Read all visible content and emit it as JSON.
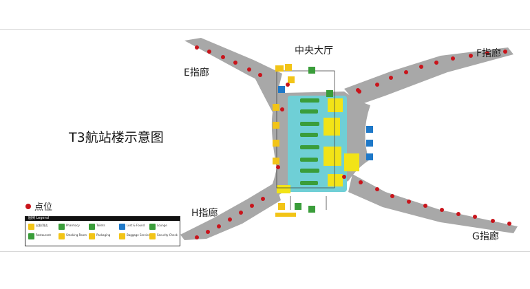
{
  "title": "T3航站楼示意图",
  "labels": {
    "central_hall": "中央大厅",
    "pier_e": "E指廊",
    "pier_f": "F指廊",
    "pier_h": "H指廊",
    "pier_g": "G指廊"
  },
  "legend": {
    "dot_label": "点位",
    "header": "图例 Legend",
    "items": [
      {
        "text": "出发/到达",
        "color": "#f2c417"
      },
      {
        "text": "Restaurant",
        "color": "#3a9d3a"
      },
      {
        "text": "Pharmacy",
        "color": "#3a9d3a"
      },
      {
        "text": "Smoking Room",
        "color": "#f2c417"
      },
      {
        "text": "Toilets",
        "color": "#3a9d3a"
      },
      {
        "text": "Packaging",
        "color": "#f2c417"
      },
      {
        "text": "Lost & Found",
        "color": "#1e78c8"
      },
      {
        "text": "Baggage Service",
        "color": "#f2c417"
      },
      {
        "text": "Lounge",
        "color": "#3a9d3a"
      },
      {
        "text": "Security Check",
        "color": "#f2c417"
      }
    ]
  },
  "colors": {
    "terminal": "#a8a8a8",
    "core": "#6fcfd6",
    "shop": "#f2e317",
    "green": "#3a9d3a",
    "point": "#c9141b"
  }
}
